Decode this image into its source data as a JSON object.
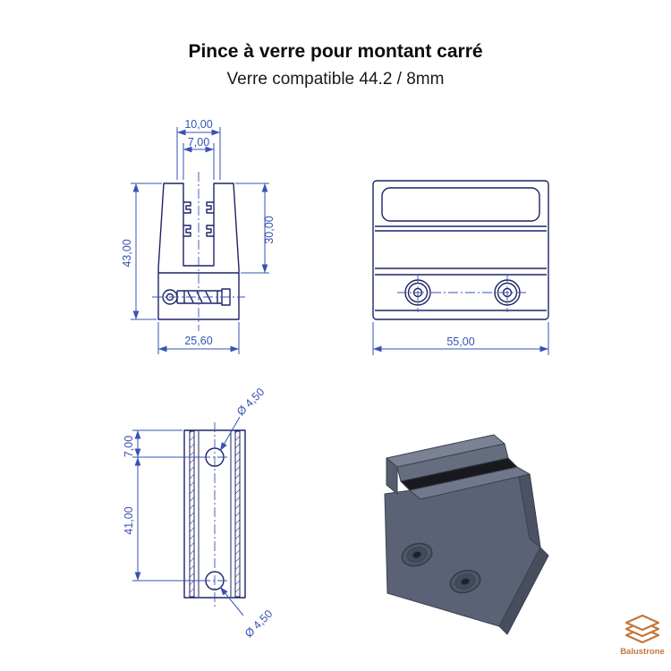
{
  "title": "Pince à verre pour montant carré",
  "subtitle": "Verre compatible 44.2 / 8mm",
  "views": {
    "side": {
      "dims": {
        "outer_top_width": "10,00",
        "slot_width": "7,00",
        "slot_depth": "30,00",
        "height": "43,00",
        "base_width": "25,60"
      }
    },
    "front": {
      "dims": {
        "width": "55,00"
      }
    },
    "plan": {
      "dims": {
        "top_hole_dia": "Ø 4,50",
        "top_hole_offset": "7,00",
        "hole_spacing": "41,00",
        "bottom_hole_dia": "Ø 4,50"
      }
    }
  },
  "logo": {
    "brand": "Balustrone"
  },
  "colors": {
    "geometry": "#1d2366",
    "dimension": "#3752b5",
    "model_body": "#5b6275",
    "gasket": "#17191e",
    "logo_accent": "#c4763a"
  }
}
